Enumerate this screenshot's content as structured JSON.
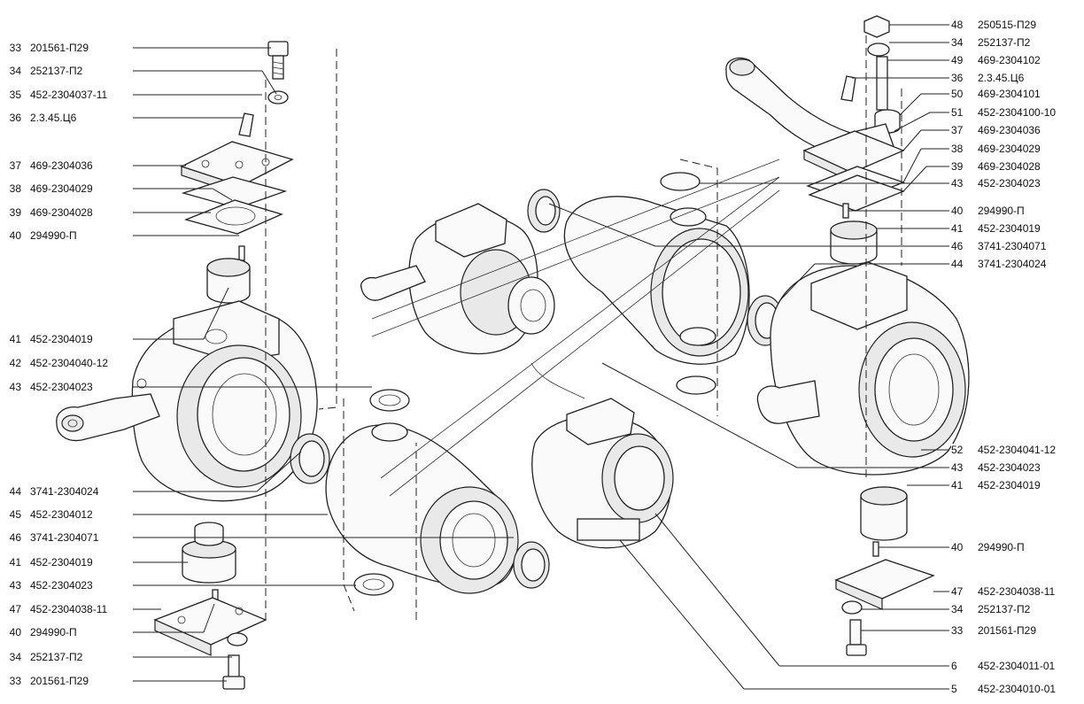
{
  "labels_left": [
    {
      "num": "33",
      "code": "201561-П29"
    },
    {
      "num": "34",
      "code": "252137-П2"
    },
    {
      "num": "35",
      "code": "452-2304037-11"
    },
    {
      "num": "36",
      "code": "2.3.45.Ц6"
    },
    {
      "num": "37",
      "code": "469-2304036"
    },
    {
      "num": "38",
      "code": "469-2304029"
    },
    {
      "num": "39",
      "code": "469-2304028"
    },
    {
      "num": "40",
      "code": "294990-П"
    },
    {
      "num": "41",
      "code": "452-2304019"
    },
    {
      "num": "42",
      "code": "452-2304040-12"
    },
    {
      "num": "43",
      "code": "452-2304023"
    },
    {
      "num": "44",
      "code": "3741-2304024"
    },
    {
      "num": "45",
      "code": "452-2304012"
    },
    {
      "num": "46",
      "code": "3741-2304071"
    },
    {
      "num": "41",
      "code": "452-2304019"
    },
    {
      "num": "43",
      "code": "452-2304023"
    },
    {
      "num": "47",
      "code": "452-2304038-11"
    },
    {
      "num": "40",
      "code": "294990-П"
    },
    {
      "num": "34",
      "code": "252137-П2"
    },
    {
      "num": "33",
      "code": "201561-П29"
    }
  ],
  "labels_right": [
    {
      "num": "48",
      "code": "250515-П29"
    },
    {
      "num": "34",
      "code": "252137-П2"
    },
    {
      "num": "49",
      "code": "469-2304102"
    },
    {
      "num": "36",
      "code": "2.3.45.Ц6"
    },
    {
      "num": "50",
      "code": "469-2304101"
    },
    {
      "num": "51",
      "code": "452-2304100-10"
    },
    {
      "num": "37",
      "code": "469-2304036"
    },
    {
      "num": "38",
      "code": "469-2304029"
    },
    {
      "num": "39",
      "code": "469-2304028"
    },
    {
      "num": "43",
      "code": "452-2304023"
    },
    {
      "num": "40",
      "code": "294990-П"
    },
    {
      "num": "41",
      "code": "452-2304019"
    },
    {
      "num": "46",
      "code": "3741-2304071"
    },
    {
      "num": "44",
      "code": "3741-2304024"
    },
    {
      "num": "52",
      "code": "452-2304041-12"
    },
    {
      "num": "43",
      "code": "452-2304023"
    },
    {
      "num": "41",
      "code": "452-2304019"
    },
    {
      "num": "40",
      "code": "294990-П"
    },
    {
      "num": "47",
      "code": "452-2304038-11"
    },
    {
      "num": "34",
      "code": "252137-П2"
    },
    {
      "num": "33",
      "code": "201561-П29"
    },
    {
      "num": "6",
      "code": "452-2304011-01"
    },
    {
      "num": "5",
      "code": "452-2304010-01"
    }
  ]
}
